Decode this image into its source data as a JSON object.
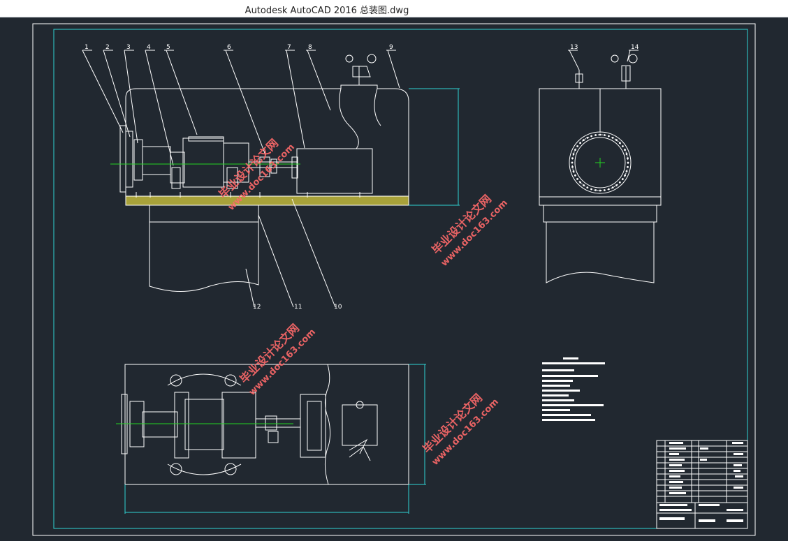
{
  "window": {
    "title": "Autodesk AutoCAD 2016      总装图.dwg"
  },
  "drawing": {
    "part_labels": [
      "1",
      "2",
      "3",
      "4",
      "5",
      "6",
      "7",
      "8",
      "9",
      "10",
      "11",
      "12",
      "13",
      "14"
    ],
    "watermarks": [
      {
        "cn": "毕业设计论文网",
        "url": "www.doc163.com"
      },
      {
        "cn": "毕业设计论文网",
        "url": "www.doc163.com"
      },
      {
        "cn": "毕业设计论文网",
        "url": "www.doc163.com"
      },
      {
        "cn": "毕业设计论文网",
        "url": "www.doc163.com"
      }
    ],
    "colors": {
      "background": "#212830",
      "line": "#ffffff",
      "dimension": "#2fd3d3",
      "centerline": "#22d322",
      "hatch": "#c8c23a",
      "watermark": "#e03a3a"
    }
  }
}
